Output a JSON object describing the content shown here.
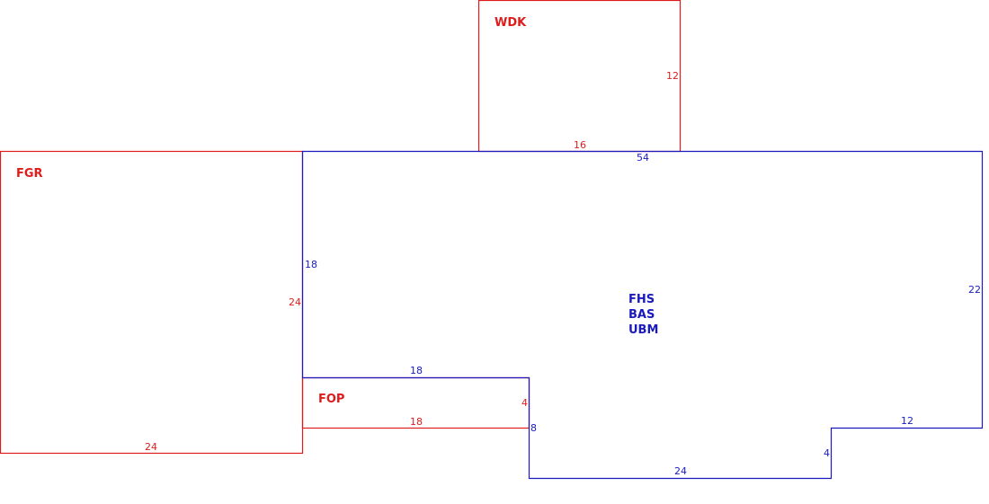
{
  "colors": {
    "attached": "#dd1c1c",
    "main": "#1a1abf",
    "background": "#ffffff"
  },
  "areas": {
    "wdk": {
      "label": "WDK",
      "dims": {
        "right": "12",
        "bottom": "16"
      }
    },
    "fgr": {
      "label": "FGR",
      "dims": {
        "right": "24",
        "bottom": "24"
      }
    },
    "fop": {
      "label": "FOP",
      "dims": {
        "right": "4",
        "bottom": "18"
      }
    },
    "main": {
      "labels": [
        "FHS",
        "BAS",
        "UBM"
      ],
      "dims": {
        "top": "54",
        "right": "22",
        "left": "18",
        "notch_top": "18",
        "notch_right": "8",
        "bottom": "24",
        "step_left": "4",
        "step_top": "12"
      }
    }
  }
}
